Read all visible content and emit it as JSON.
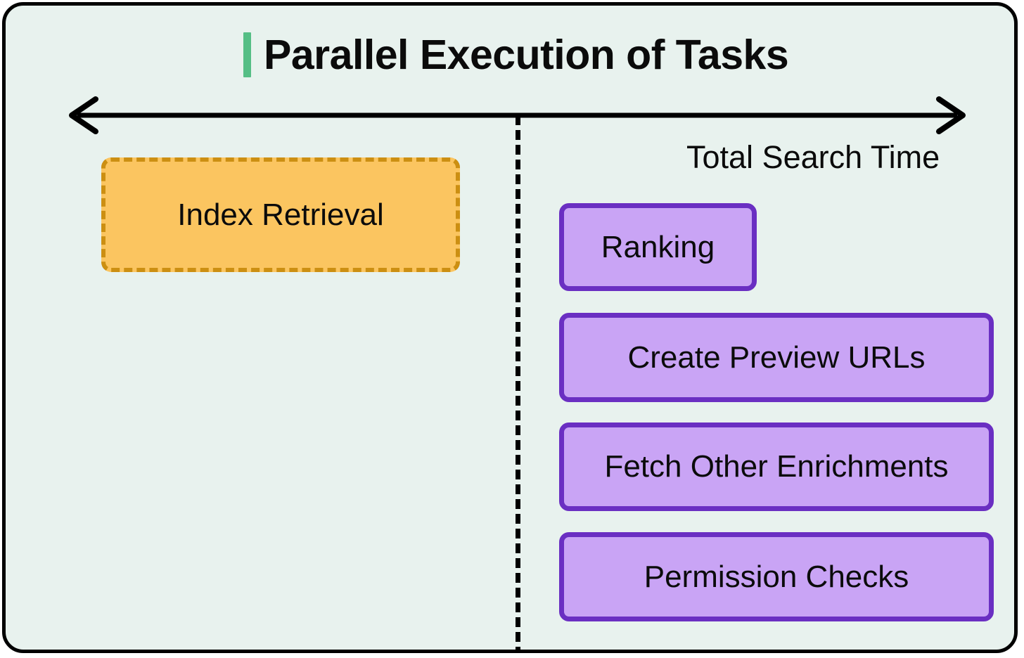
{
  "card": {
    "background_color": "#E8F2EE",
    "border_color": "#000000"
  },
  "header": {
    "title": "Parallel Execution of Tasks",
    "accent_color": "#55BE85"
  },
  "timeline": {
    "axis_label": "Total Search Time",
    "arrow_icon": "double-headed-arrow-icon",
    "arrow_color": "#000000",
    "divider_icon": "dashed-vertical-divider",
    "divider_color": "#000000"
  },
  "sequential_stage": {
    "tasks": [
      {
        "label": "Index Retrieval",
        "fill_color": "#FBC560",
        "border_color": "#CC8F12",
        "border_style": "dashed"
      }
    ]
  },
  "parallel_stage": {
    "tasks": [
      {
        "label": "Ranking",
        "fill_color": "#C9A4F5",
        "border_color": "#6A2FC2",
        "border_style": "solid"
      },
      {
        "label": "Create Preview URLs",
        "fill_color": "#C9A4F5",
        "border_color": "#6A2FC2",
        "border_style": "solid"
      },
      {
        "label": "Fetch Other Enrichments",
        "fill_color": "#C9A4F5",
        "border_color": "#6A2FC2",
        "border_style": "solid"
      },
      {
        "label": "Permission Checks",
        "fill_color": "#C9A4F5",
        "border_color": "#6A2FC2",
        "border_style": "solid"
      }
    ]
  }
}
